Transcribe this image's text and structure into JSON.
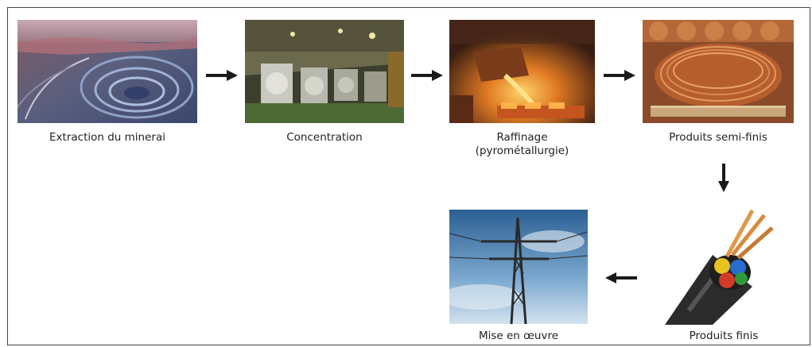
{
  "diagram": {
    "steps": [
      {
        "id": "extraction",
        "label": "Extraction du minerai",
        "image": "open-pit-mine-photo"
      },
      {
        "id": "concentration",
        "label": "Concentration",
        "image": "ore-processing-plant-photo"
      },
      {
        "id": "raffinage",
        "label": "Raffinage\n(pyrométallurgie)",
        "image": "molten-copper-refining-photo"
      },
      {
        "id": "semi-finis",
        "label": "Produits semi-finis",
        "image": "copper-wire-coil-photo"
      },
      {
        "id": "finis",
        "label": "Produits finis",
        "image": "power-cable-cross-section-photo"
      },
      {
        "id": "mise-en-oeuvre",
        "label": "Mise en œuvre",
        "image": "electricity-pylon-photo"
      }
    ],
    "flow": [
      "extraction",
      "concentration",
      "raffinage",
      "semi-finis",
      "finis",
      "mise-en-oeuvre"
    ],
    "arrow_color": "#1a1a1a",
    "border_color": "#444444"
  }
}
